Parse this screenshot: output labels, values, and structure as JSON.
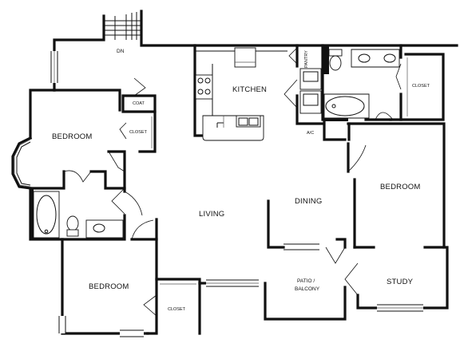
{
  "labels": {
    "dn": "DN",
    "kitchen": "KITCHEN",
    "pantry": "PANTRY",
    "coat": "COAT",
    "closet": "CLOSET",
    "bedroom": "BEDROOM",
    "living": "LIVING",
    "dining": "DINING",
    "ac": "A/C",
    "patio_line1": "PATIO /",
    "patio_line2": "BALCONY",
    "study": "STUDY"
  }
}
